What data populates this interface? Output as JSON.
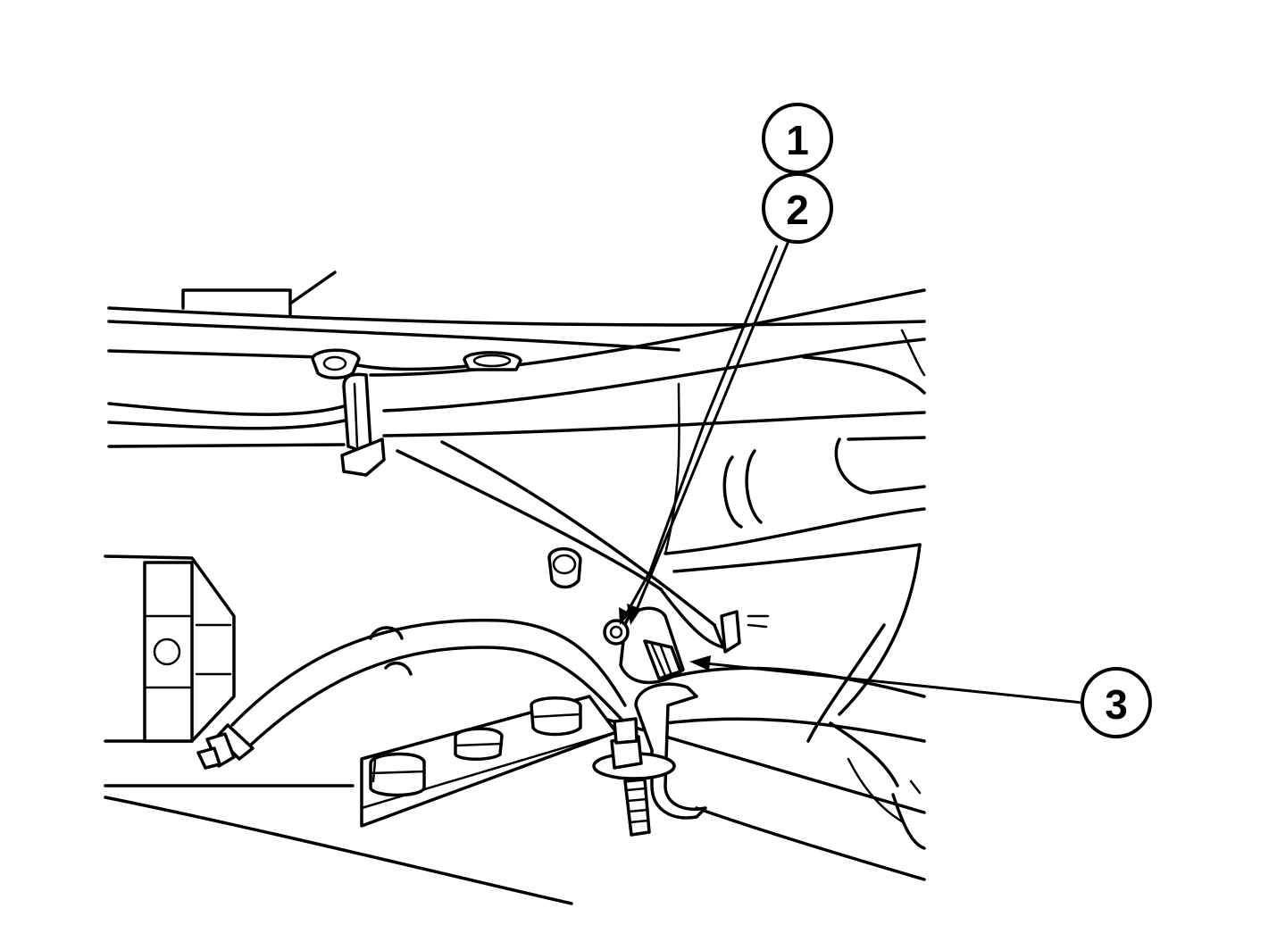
{
  "figure": {
    "callouts": [
      {
        "id": "callout-1",
        "label": "1"
      },
      {
        "id": "callout-2",
        "label": "2"
      },
      {
        "id": "callout-3",
        "label": "3"
      }
    ],
    "colors": {
      "line": "#000000",
      "background": "#ffffff"
    }
  }
}
